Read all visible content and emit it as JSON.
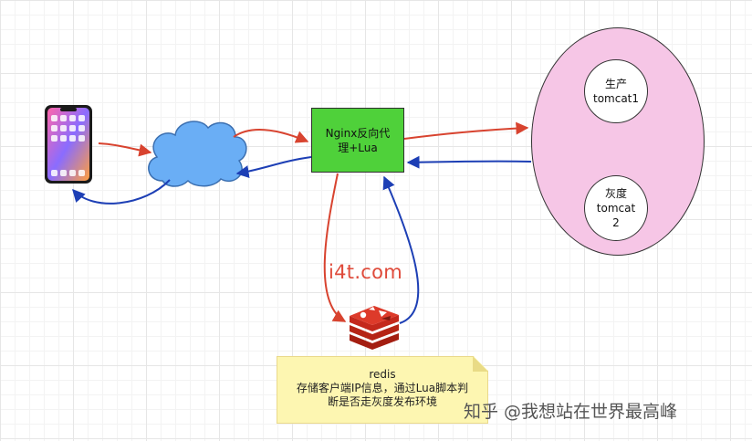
{
  "nginx": {
    "line1": "Nginx反向代",
    "line2": "理+Lua"
  },
  "servers": {
    "production": {
      "line1": "生产",
      "line2": "tomcat1"
    },
    "gray": {
      "line1": "灰度",
      "line2": "tomcat",
      "line3": "2"
    }
  },
  "watermark_site": "i4t.com",
  "note": {
    "title": "redis",
    "line1": "存储客户端IP信息，通过Lua脚本判",
    "line2": "断是否走灰度发布环境"
  },
  "credit": "知乎 @我想站在世界最高峰",
  "colors": {
    "request_arrow": "#d8432f",
    "response_arrow": "#1d3fb5",
    "nginx_fill": "#4fd13a",
    "server_fill": "#f6c6e6",
    "cloud_fill": "#6aaef5",
    "redis_fill": "#c4281c",
    "note_fill": "#fdf6b1"
  },
  "icons": [
    "smartphone-icon",
    "cloud-icon",
    "redis-icon"
  ]
}
